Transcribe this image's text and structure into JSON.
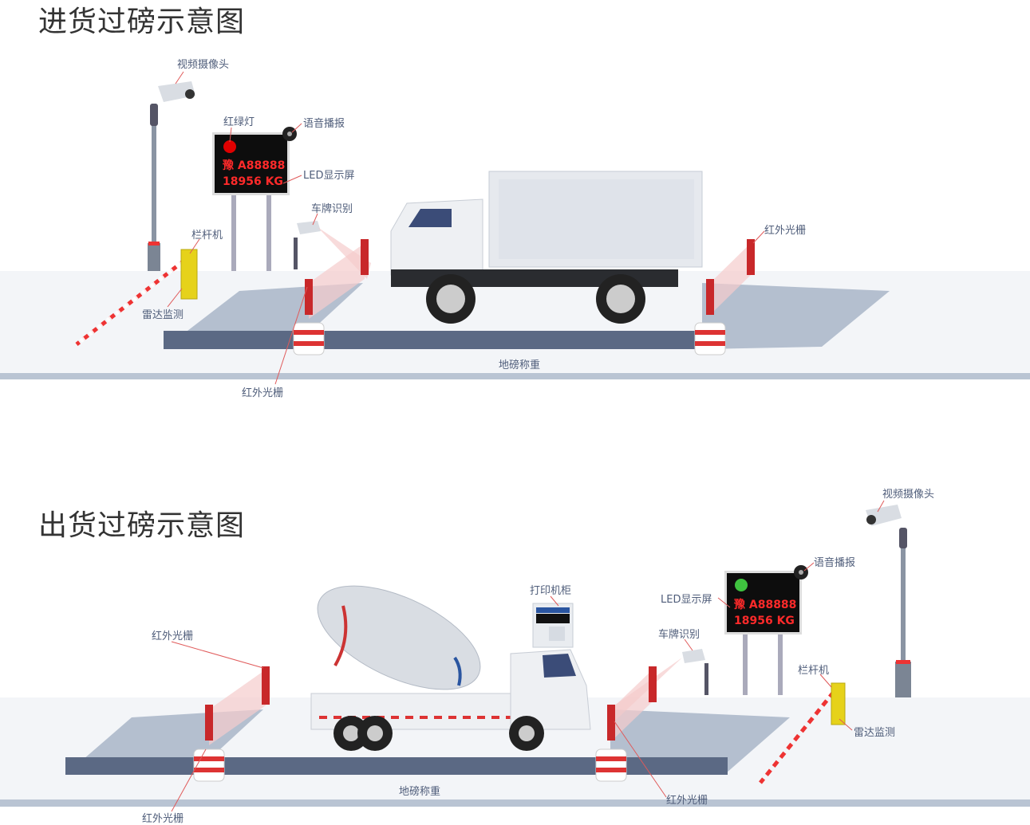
{
  "inbound": {
    "title": "进货过磅示意图",
    "labels": {
      "camera": "视频摄像头",
      "traffic_light": "红绿灯",
      "speaker": "语音播报",
      "led": "LED显示屏",
      "plate": "车牌识别",
      "barrier": "栏杆机",
      "radar": "雷达监测",
      "ir_right": "红外光栅",
      "scale": "地磅称重",
      "ir_bottom": "红外光栅"
    },
    "led_plate": "豫 A88888",
    "led_weight": "18956 KG"
  },
  "outbound": {
    "title": "出货过磅示意图",
    "labels": {
      "camera": "视频摄像头",
      "speaker": "语音播报",
      "led": "LED显示屏",
      "plate": "车牌识别",
      "barrier": "栏杆机",
      "radar": "雷达监测",
      "printer": "打印机柜",
      "ir_left": "红外光栅",
      "scale": "地磅称重",
      "ir_right": "红外光栅",
      "ir_bottom": "红外光栅"
    },
    "led_plate": "豫 A88888",
    "led_weight": "18956 KG"
  },
  "colors": {
    "label": "#4f5d7a",
    "leader": "#e05a5a",
    "led_red": "#ff2a2a",
    "light_red": "#e00000",
    "light_green": "#3fc23f",
    "barrier_yellow": "#e6d21a"
  }
}
